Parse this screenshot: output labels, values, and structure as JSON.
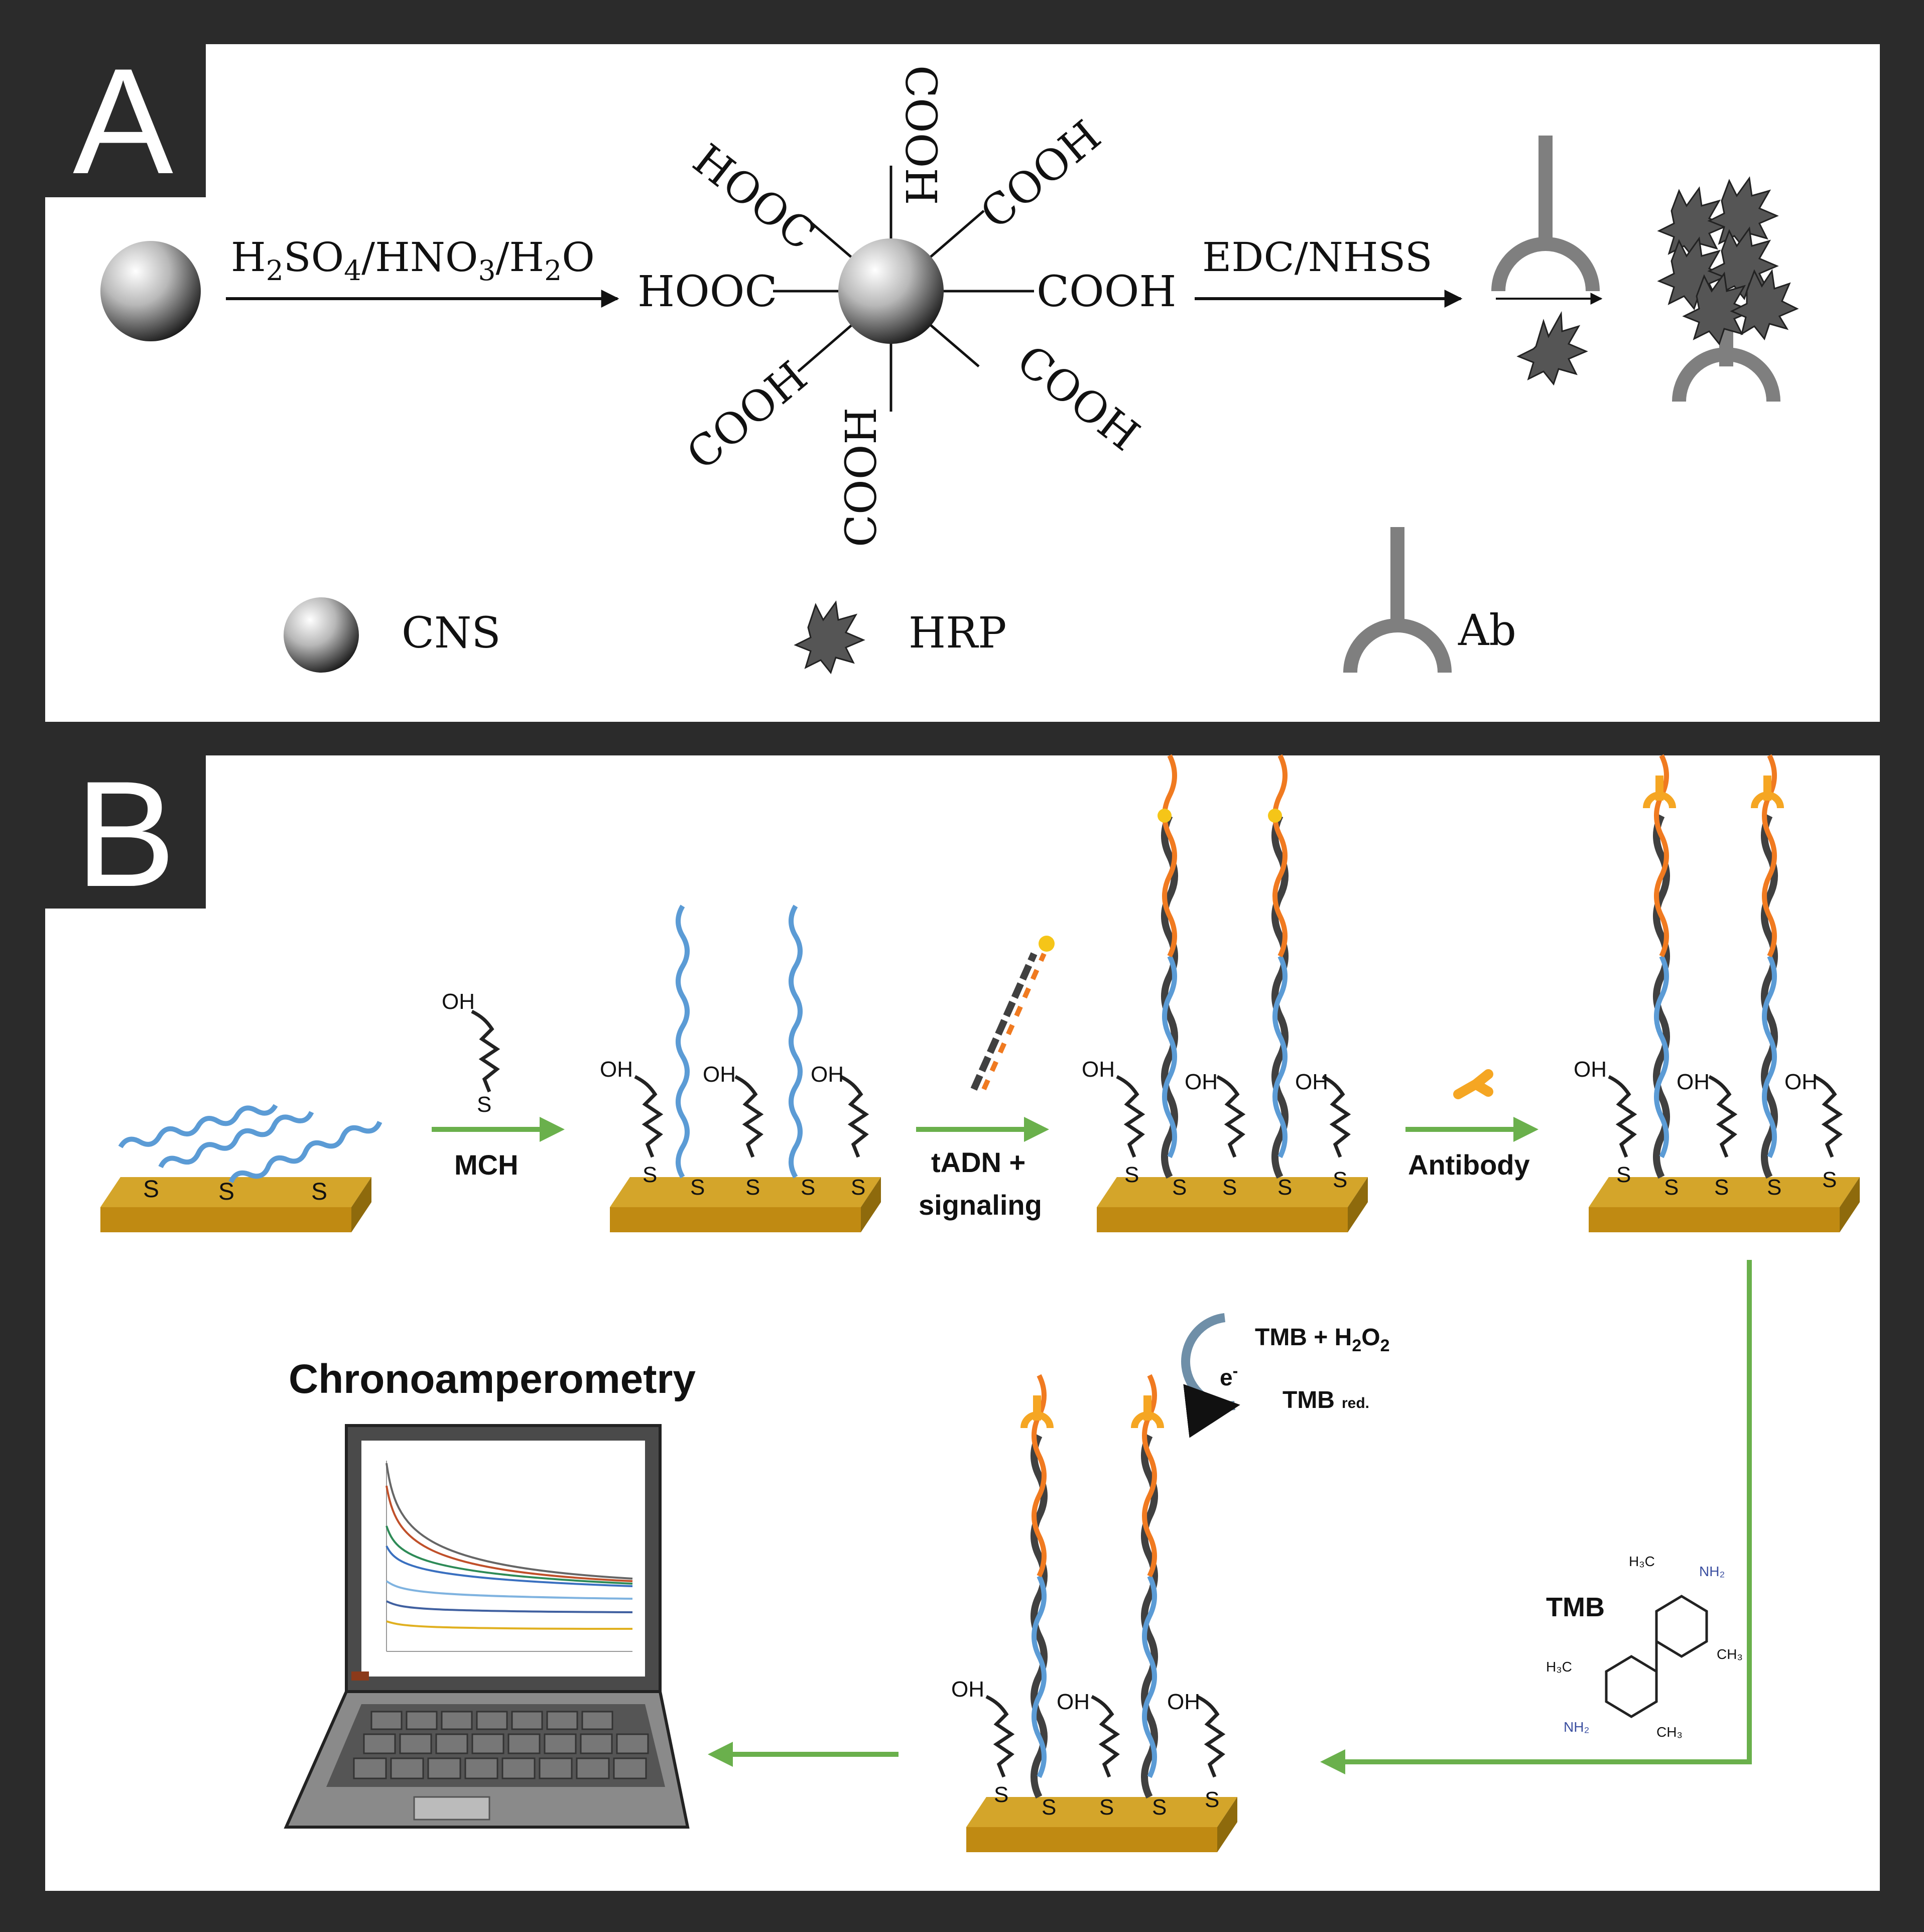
{
  "panel_a": {
    "letter": "A",
    "step1_reagent_main": "H",
    "step1_reagent_parts": [
      "H",
      "2",
      "SO",
      "4",
      "/HNO",
      "3",
      "/H",
      "2",
      "O"
    ],
    "group_label_right": "COOH",
    "group_label_left": "HOOC",
    "step2_reagent": "EDC/NHSS",
    "legend": {
      "cns": "CNS",
      "hrp": "HRP",
      "ab": "Ab"
    }
  },
  "panel_b": {
    "letter": "B",
    "step_labels": {
      "mch": "MCH",
      "tadn_line1": "tADN +",
      "tadn_line2": "signaling",
      "antibody": "Antibody",
      "tmb": "TMB"
    },
    "surface_atoms": {
      "s": "S",
      "oh": "OH"
    },
    "reaction": {
      "line1_prefix": "TMB + H",
      "line1_sub1": "2",
      "line1_mid": "O",
      "line1_sub2": "2",
      "electron": "e",
      "electron_sup": "-",
      "line2": "TMB",
      "line2_sub": "red."
    },
    "tmb_groups": {
      "h3c": "H₃C",
      "nh2": "NH₂",
      "ch3": "CH₃"
    },
    "chronoamperometry_title": "Chronoamperometry"
  },
  "colors": {
    "frame": "#2b2b2b",
    "panel_bg": "#ffffff",
    "gold": "#c89a1a",
    "gold_dark": "#9a7410",
    "dna_blue": "#5b9bd5",
    "dna_dark": "#404040",
    "dna_orange": "#f07a20",
    "arrow_green": "#6ab04c",
    "antibody_orange": "#f5a623",
    "ab_gray": "#7f7f7f"
  }
}
